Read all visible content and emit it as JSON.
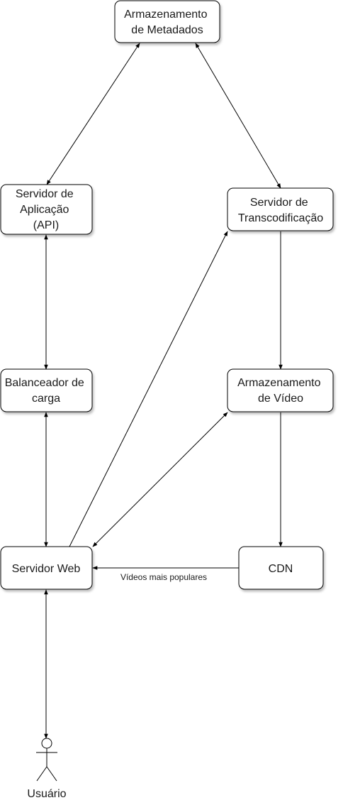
{
  "nodes": {
    "metadata": [
      "Armazenamento",
      "de Metadados"
    ],
    "appserver": [
      "Servidor de",
      "Aplicação",
      "(API)"
    ],
    "transcoding": [
      "Servidor de",
      "Transcodificação"
    ],
    "loadbalancer": [
      "Balanceador de",
      "carga"
    ],
    "videostorage": [
      "Armazenamento",
      "de Vídeo"
    ],
    "webserver": [
      "Servidor Web"
    ],
    "cdn": [
      "CDN"
    ]
  },
  "edges": {
    "cdn_to_web_label": "Vídeos mais populares"
  },
  "actor": {
    "label": "Usuário"
  }
}
